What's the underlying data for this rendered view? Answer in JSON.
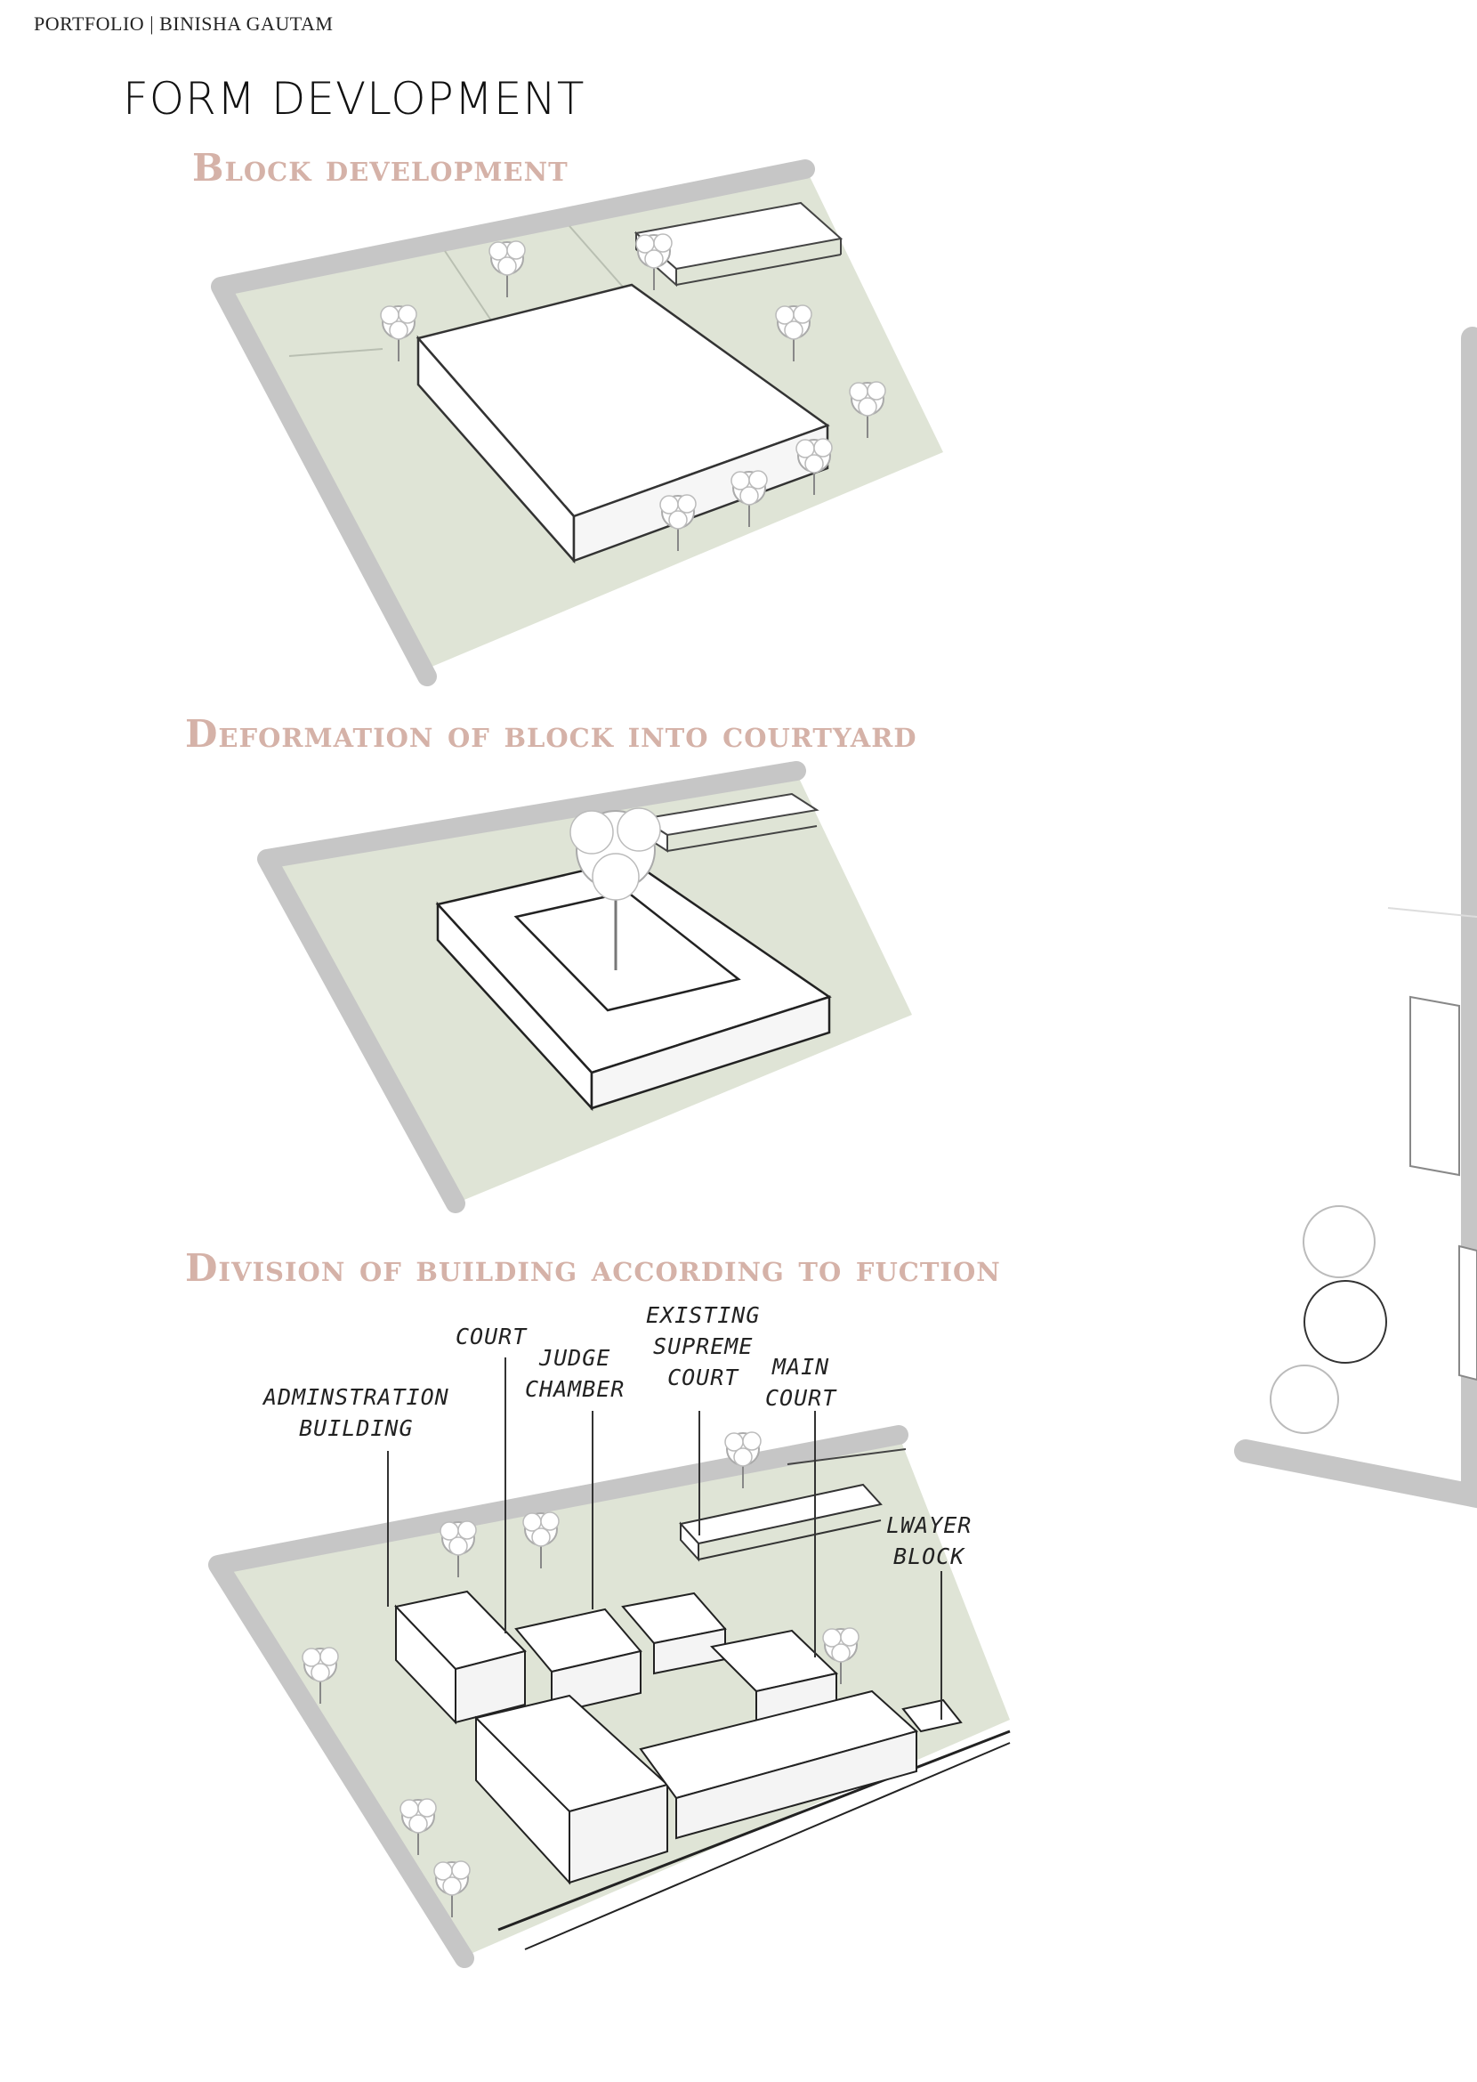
{
  "header": {
    "text": "PORTFOLIO | BINISHA GAUTAM"
  },
  "page": {
    "title": "FORM DEVLOPMENT"
  },
  "sections": [
    {
      "title": "Block development"
    },
    {
      "title": "Deformation of block into courtyard"
    },
    {
      "title": "Division of building according to fuction"
    }
  ],
  "labels": {
    "court": "COURT",
    "judge_chamber": [
      "JUDGE",
      "CHAMBER"
    ],
    "existing_supreme_court": [
      "EXISTING",
      "SUPREME",
      "COURT"
    ],
    "main_court": [
      "MAIN",
      "COURT"
    ],
    "administration_building": [
      "ADMINSTRATION",
      "BUILDING"
    ],
    "lawyer_block": [
      "LWAYER",
      "BLOCK"
    ]
  },
  "colors": {
    "ground": "#dfe4d6",
    "edge": "#c6c6c6",
    "section_title": "#d5b2a8"
  }
}
